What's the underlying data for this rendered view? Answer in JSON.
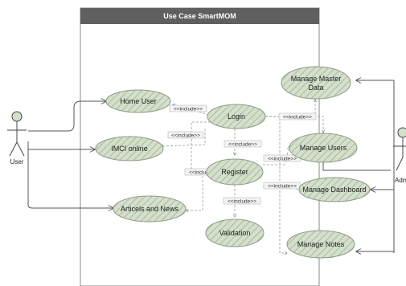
{
  "diagram": {
    "title": "Use Case SmartMOM",
    "actors": [
      {
        "id": "user",
        "label": "User"
      },
      {
        "id": "admin",
        "label": "Admin"
      }
    ],
    "use_cases": [
      {
        "id": "home-user",
        "label": "Home User"
      },
      {
        "id": "imci-online",
        "label": "IMCI online"
      },
      {
        "id": "articles-and-news",
        "label": "Articels and News"
      },
      {
        "id": "login",
        "label": "Login"
      },
      {
        "id": "register",
        "label": "Register"
      },
      {
        "id": "validation",
        "label": "Validation"
      },
      {
        "id": "manage-master-data",
        "label_lines": [
          "Manage Master",
          "Data"
        ]
      },
      {
        "id": "manage-users",
        "label": "Manage Users"
      },
      {
        "id": "manage-dashboard",
        "label": "Manage Dashboard"
      },
      {
        "id": "manage-notes",
        "label": "Manage Notes"
      }
    ],
    "include_label": "<<include>>",
    "colors": {
      "title_bar": "#5f5f5f",
      "use_case_fill": "#d4dfcc",
      "use_case_hatch": "#a9bb9d",
      "use_case_stroke": "#8c9a84",
      "arrow": "#555555",
      "include_line": "#999999",
      "include_box": "#f4f4f4"
    }
  }
}
